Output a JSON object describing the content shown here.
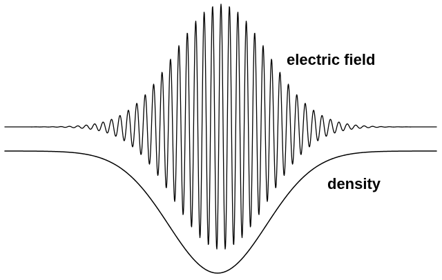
{
  "labels": {
    "field": "electric field",
    "density": "density"
  },
  "colors": {
    "background": "#ffffff",
    "line": "#000000"
  },
  "curves": {
    "electric_field": {
      "kind": "gaussian-modulated oscillation",
      "cycles_visible": 31
    },
    "density": {
      "kind": "gaussian dip"
    }
  }
}
